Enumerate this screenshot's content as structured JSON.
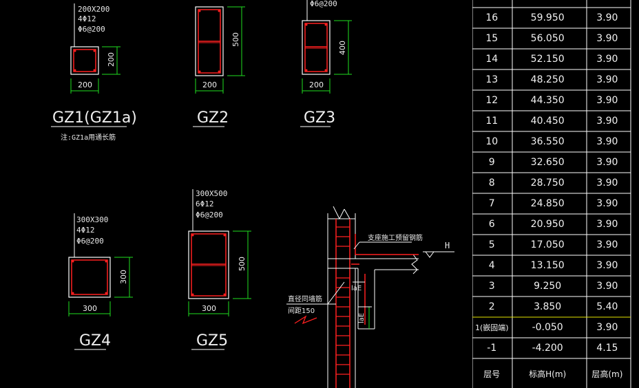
{
  "drawing": {
    "columns": [
      {
        "name": "GZ1(GZ1a)",
        "spec": [
          "200X200",
          "4Φ12",
          "Φ6@200"
        ],
        "width_dim": "200",
        "height_dim": "200"
      },
      {
        "name": "GZ2",
        "spec": [],
        "width_dim": "200",
        "height_dim": "500"
      },
      {
        "name": "GZ3",
        "spec": [
          "Φ6@200"
        ],
        "width_dim": "200",
        "height_dim": "400"
      },
      {
        "name": "GZ4",
        "spec": [
          "300X300",
          "4Φ12",
          "Φ6@200"
        ],
        "width_dim": "300",
        "height_dim": "300"
      },
      {
        "name": "GZ5",
        "spec": [
          "300X500",
          "6Φ12",
          "Φ6@200"
        ],
        "width_dim": "300",
        "height_dim": "500"
      }
    ],
    "note_gz1a": "注:GZ1a用通长筋",
    "detail": {
      "label_top": "支座施工预留钢筋",
      "label_left_1": "直径同墙筋",
      "label_left_2": "间距150",
      "h_mark": "H",
      "lae_1": "laE",
      "lae_2": "laE"
    }
  },
  "floor_table": {
    "headers": [
      "层号",
      "标高H(m)",
      "层高(m)"
    ],
    "rows": [
      [
        "16",
        "59.950",
        "3.90"
      ],
      [
        "15",
        "56.050",
        "3.90"
      ],
      [
        "14",
        "52.150",
        "3.90"
      ],
      [
        "13",
        "48.250",
        "3.90"
      ],
      [
        "12",
        "44.350",
        "3.90"
      ],
      [
        "11",
        "40.450",
        "3.90"
      ],
      [
        "10",
        "36.550",
        "3.90"
      ],
      [
        "9",
        "32.650",
        "3.90"
      ],
      [
        "8",
        "28.750",
        "3.90"
      ],
      [
        "7",
        "24.850",
        "3.90"
      ],
      [
        "6",
        "20.950",
        "3.90"
      ],
      [
        "5",
        "17.050",
        "3.90"
      ],
      [
        "4",
        "13.150",
        "3.90"
      ],
      [
        "3",
        "9.250",
        "3.90"
      ],
      [
        "2",
        "3.850",
        "5.40"
      ],
      [
        "1(嵌固端)",
        "-0.050",
        "3.90"
      ],
      [
        "-1",
        "-4.200",
        "4.15"
      ]
    ]
  },
  "colors": {
    "rebar": "#ff2020",
    "dim": "#20e020",
    "outline": "#ffffff",
    "table_line": "#ffffff",
    "highlight_line": "#e6e600"
  }
}
